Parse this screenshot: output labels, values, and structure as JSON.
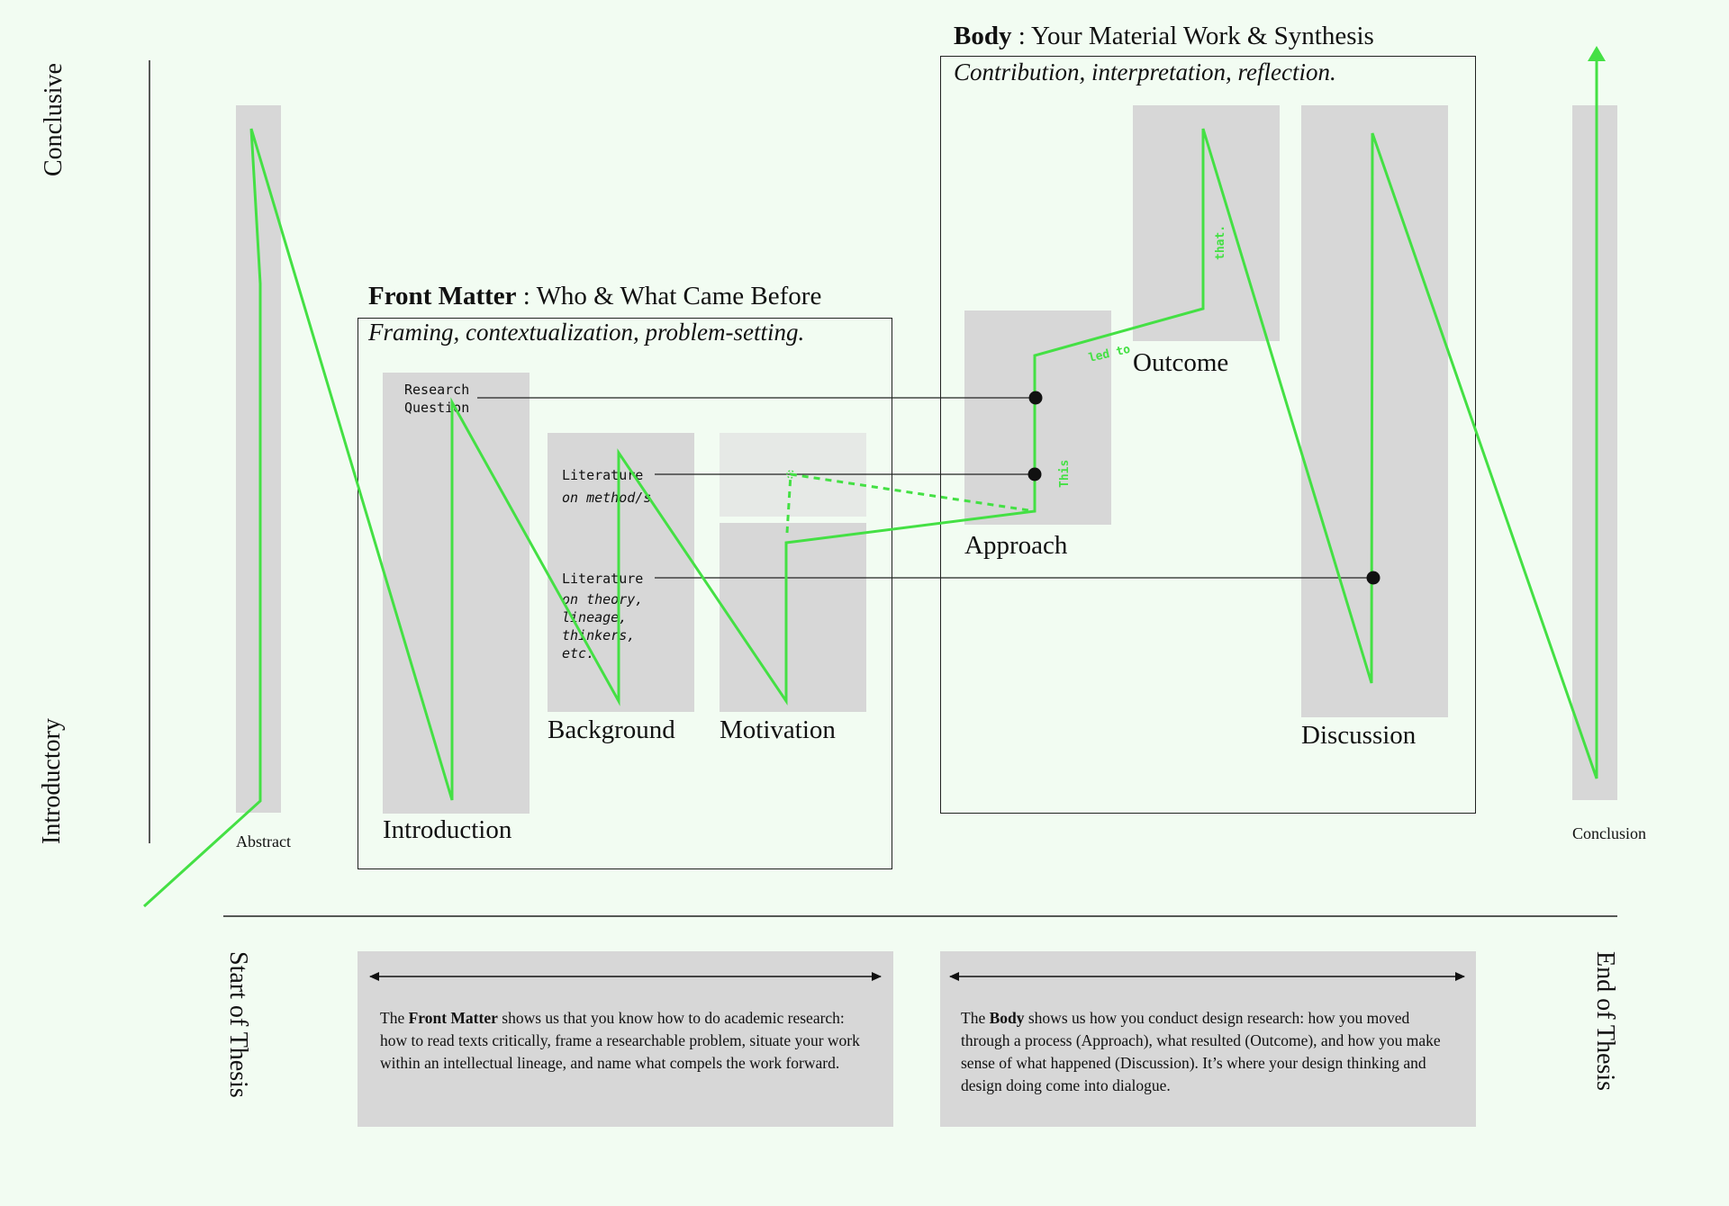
{
  "axis": {
    "top_label": "Conclusive",
    "bottom_label": "Introductory",
    "start_label": "Start of Thesis",
    "end_label": "End of Thesis"
  },
  "front_matter": {
    "title_bold": "Front Matter",
    "title_rest": " : Who & What Came Before",
    "subtitle": "Framing, contextualization, problem-setting."
  },
  "body_section": {
    "title_bold": "Body",
    "title_rest": " : Your Material Work & Synthesis",
    "subtitle": "Contribution, interpretation, reflection."
  },
  "sections": {
    "abstract": "Abstract",
    "introduction": "Introduction",
    "background": "Background",
    "motivation": "Motivation",
    "approach": "Approach",
    "outcome": "Outcome",
    "discussion": "Discussion",
    "conclusion": "Conclusion"
  },
  "notes": {
    "research_question": "Research\nQuestion",
    "lit_method_title": "Literature",
    "lit_method_sub": "on method/s",
    "lit_theory_title": "Literature",
    "lit_theory_sub": "on theory,\nlineage,\nthinkers,\netc."
  },
  "flow_words": {
    "this": "This",
    "led_to": "led to",
    "that": "that."
  },
  "descriptions": {
    "front": {
      "pre": "The ",
      "bold": "Front Matter",
      "post": " shows us that you know how to do academic research: how to read texts critically, frame a researchable problem, situate your work within an intellectual lineage, and name what compels the work forward."
    },
    "body": {
      "pre": "The ",
      "bold": "Body",
      "post": " shows us how you conduct design research: how you moved through a process (Approach), what resulted (Outcome), and how you make sense of what happened (Discussion). It’s where your design thinking and design doing come into dialogue."
    }
  },
  "colors": {
    "accent": "#44e044",
    "block": "#d7d7d7",
    "block_light": "#e6e9e6",
    "background": "#f2fcf2"
  }
}
